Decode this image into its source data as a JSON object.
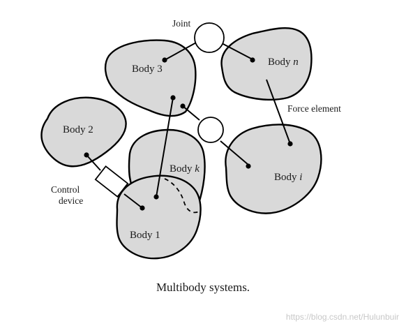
{
  "labels": {
    "joint": "Joint",
    "force_element": "Force element",
    "control_device_line1": "Control",
    "control_device_line2": "device",
    "body_3": "Body 3",
    "body_n_prefix": "Body ",
    "body_n_var": "n",
    "body_2": "Body 2",
    "body_k_prefix": "Body ",
    "body_k_var": "k",
    "body_i_prefix": "Body ",
    "body_i_var": "i",
    "body_1": "Body 1"
  },
  "caption": "Multibody systems.",
  "watermark": "https://blog.csdn.net/Hulunbuir"
}
